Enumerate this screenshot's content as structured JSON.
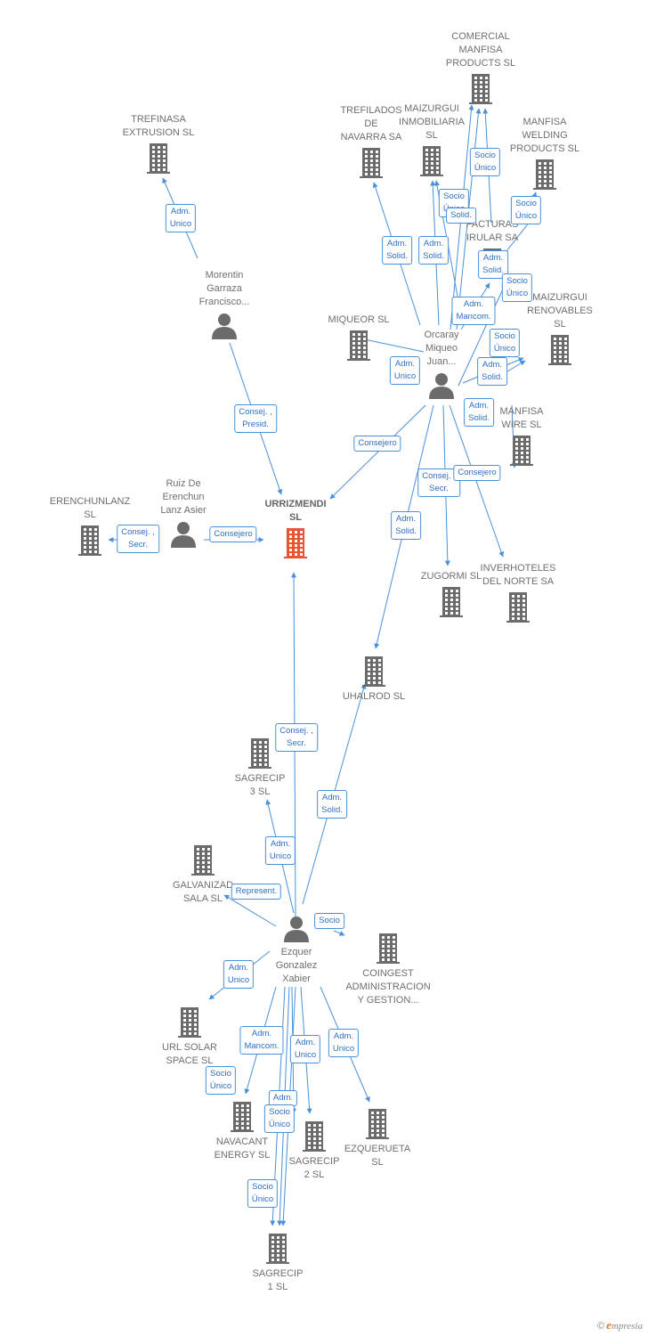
{
  "colors": {
    "company": "#6b6b6b",
    "main_company": "#e8552f",
    "person": "#6b6b6b",
    "edge": "#4a90d9",
    "edge_text": "#2e6fc4"
  },
  "nodes": [
    {
      "id": "comercial",
      "type": "company",
      "label": [
        "COMERCIAL",
        "MANFISA",
        "PRODUCTS SL"
      ]
    },
    {
      "id": "trefinasa",
      "type": "company",
      "label": [
        "TREFINASA",
        "EXTRUSION SL"
      ]
    },
    {
      "id": "trefilados",
      "type": "company",
      "label": [
        "TREFILADOS",
        "DE",
        "NAVARRA SA"
      ]
    },
    {
      "id": "maizurgui_inm",
      "type": "company",
      "label": [
        "MAIZURGUI",
        "INMOBILIARIA",
        "SL"
      ]
    },
    {
      "id": "manfisa_welding",
      "type": "company",
      "label": [
        "MANFISA",
        "WELDING",
        "PRODUCTS SL"
      ]
    },
    {
      "id": "facturas",
      "type": "company",
      "label": [
        "FACTURAS",
        "IRULAR SA"
      ]
    },
    {
      "id": "maizurgui_ren",
      "type": "company",
      "label": [
        "MAIZURGUI",
        "RENOVABLES",
        "SL"
      ]
    },
    {
      "id": "miqueor",
      "type": "company",
      "label": [
        "MIQUEOR SL"
      ]
    },
    {
      "id": "manfisa_wire",
      "type": "company",
      "label": [
        "MANFISA",
        "WIRE SL"
      ]
    },
    {
      "id": "morentin",
      "type": "person",
      "label": [
        "Morentin",
        "Garraza",
        "Francisco..."
      ]
    },
    {
      "id": "orcaray",
      "type": "person",
      "label": [
        "Orcaray",
        "Miqueo",
        "Juan..."
      ]
    },
    {
      "id": "urrizmendi",
      "type": "main",
      "label": [
        "URRIZMENDI",
        "SL"
      ]
    },
    {
      "id": "ruiz",
      "type": "person",
      "label": [
        "Ruiz De",
        "Erenchun",
        "Lanz Asier"
      ]
    },
    {
      "id": "erenchunlanz",
      "type": "company",
      "label": [
        "ERENCHUNLANZ",
        "SL"
      ]
    },
    {
      "id": "zugormi",
      "type": "company",
      "label": [
        "ZUGORMI SL"
      ]
    },
    {
      "id": "inverhoteles",
      "type": "company",
      "label": [
        "INVERHOTELES",
        "DEL NORTE SA"
      ]
    },
    {
      "id": "uhalrod",
      "type": "company",
      "label": [
        "UHALROD SL"
      ]
    },
    {
      "id": "sagrecip3",
      "type": "company",
      "label": [
        "SAGRECIP",
        "3 SL"
      ]
    },
    {
      "id": "galvanizad",
      "type": "company",
      "label": [
        "GALVANIZAD",
        "SALA SL"
      ]
    },
    {
      "id": "ezquer",
      "type": "person",
      "label": [
        "Ezquer",
        "Gonzalez",
        "Xabier"
      ]
    },
    {
      "id": "coingest",
      "type": "company",
      "label": [
        "COINGEST",
        "ADMINISTRACION",
        "Y GESTION..."
      ]
    },
    {
      "id": "urlsolar",
      "type": "company",
      "label": [
        "URL SOLAR",
        "SPACE SL"
      ]
    },
    {
      "id": "navacant",
      "type": "company",
      "label": [
        "NAVACANT",
        "ENERGY SL"
      ]
    },
    {
      "id": "sagrecip2",
      "type": "company",
      "label": [
        "SAGRECIP",
        "2 SL"
      ]
    },
    {
      "id": "ezquerueta",
      "type": "company",
      "label": [
        "EZQUERUETA",
        "SL"
      ]
    },
    {
      "id": "sagrecip1",
      "type": "company",
      "label": [
        "SAGRECIP",
        "1 SL"
      ]
    }
  ],
  "edge_labels": [
    [
      "Socio",
      "Único"
    ],
    [
      "Socio",
      "Único"
    ],
    [
      "Solid."
    ],
    [
      "Socio",
      "Único"
    ],
    [
      "Adm.",
      "Solid."
    ],
    [
      "Adm.",
      "Solid."
    ],
    [
      "Adm.",
      "Solid."
    ],
    [
      "Socio",
      "Único"
    ],
    [
      "Adm.",
      "Mancom."
    ],
    [
      "Socio",
      "Único"
    ],
    [
      "Adm.",
      "Solid."
    ],
    [
      "Adm.",
      "Unico"
    ],
    [
      "Adm.",
      "Solid."
    ],
    [
      "Adm.",
      "Unico"
    ],
    [
      "Consej. ,",
      "Presid."
    ],
    [
      "Consejero"
    ],
    [
      "Consej. ,",
      "Secr."
    ],
    [
      "Consejero"
    ],
    [
      "Adm.",
      "Solid."
    ],
    [
      "Consej. ,",
      "Secr."
    ],
    [
      "Consejero"
    ],
    [
      "Consej. ,",
      "Secr."
    ],
    [
      "Adm.",
      "Solid."
    ],
    [
      "Adm.",
      "Unico"
    ],
    [
      "Represent."
    ],
    [
      "Socio"
    ],
    [
      "Adm.",
      "Unico"
    ],
    [
      "Adm.",
      "Mancom."
    ],
    [
      "Adm.",
      "Unico"
    ],
    [
      "Adm.",
      "Unico"
    ],
    [
      "Socio",
      "Único"
    ],
    [
      "Adm."
    ],
    [
      "Socio",
      "Único"
    ],
    [
      "Socio",
      "Único"
    ]
  ],
  "brand": {
    "symbol": "©",
    "initial": "e",
    "rest": "mpresia"
  }
}
